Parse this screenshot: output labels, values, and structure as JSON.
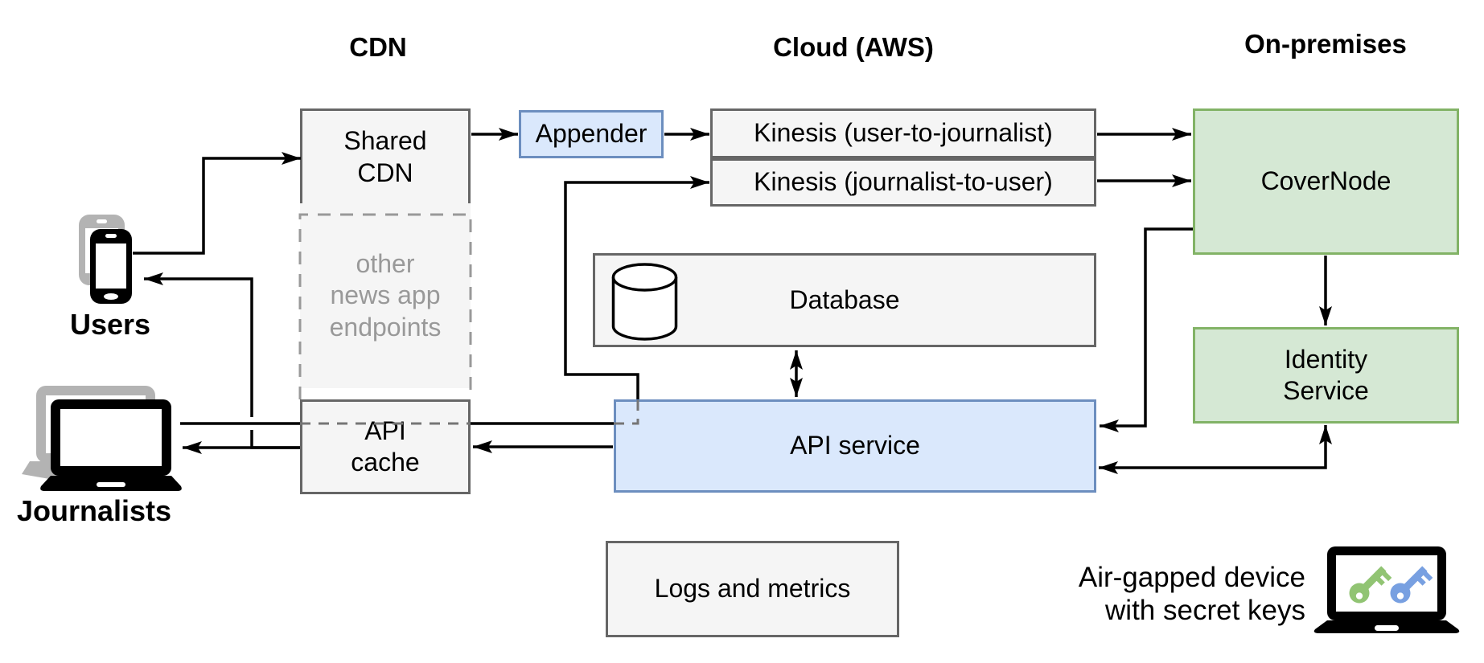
{
  "headers": {
    "cdn": "CDN",
    "cloud": "Cloud (AWS)",
    "on_premises": "On-premises"
  },
  "actors": {
    "users": "Users",
    "journalists": "Journalists"
  },
  "nodes": {
    "shared_cdn": "Shared\nCDN",
    "other_endpoints": "other\nnews app\nendpoints",
    "api_cache": "API\ncache",
    "appender": "Appender",
    "kinesis_u2j": "Kinesis (user-to-journalist)",
    "kinesis_j2u": "Kinesis (journalist-to-user)",
    "database": "Database",
    "api_service": "API service",
    "logs": "Logs and metrics",
    "covernode": "CoverNode",
    "identity_service": "Identity\nService"
  },
  "caption": {
    "airgap": "Air-gapped device\nwith secret keys"
  },
  "icons": {
    "users": "smartphone-icon",
    "journalists": "laptop-icon",
    "database": "cylinder-icon",
    "airgap": "laptop-with-keys-icon"
  },
  "colors": {
    "background": "#ffffff",
    "line": "#000000",
    "box_gray_fill": "#f5f5f5",
    "box_gray_border": "#666666",
    "box_blue_fill": "#dae8fc",
    "box_blue_border": "#6c8ebf",
    "box_green_fill": "#d5e8d4",
    "box_green_border": "#82b366",
    "dashed_border": "#999999",
    "muted_text": "#999999",
    "passthrough_dash": "#757575",
    "icon_gray": "#b3b3b3",
    "key_green": "#91c473",
    "key_blue": "#78a0e1"
  }
}
